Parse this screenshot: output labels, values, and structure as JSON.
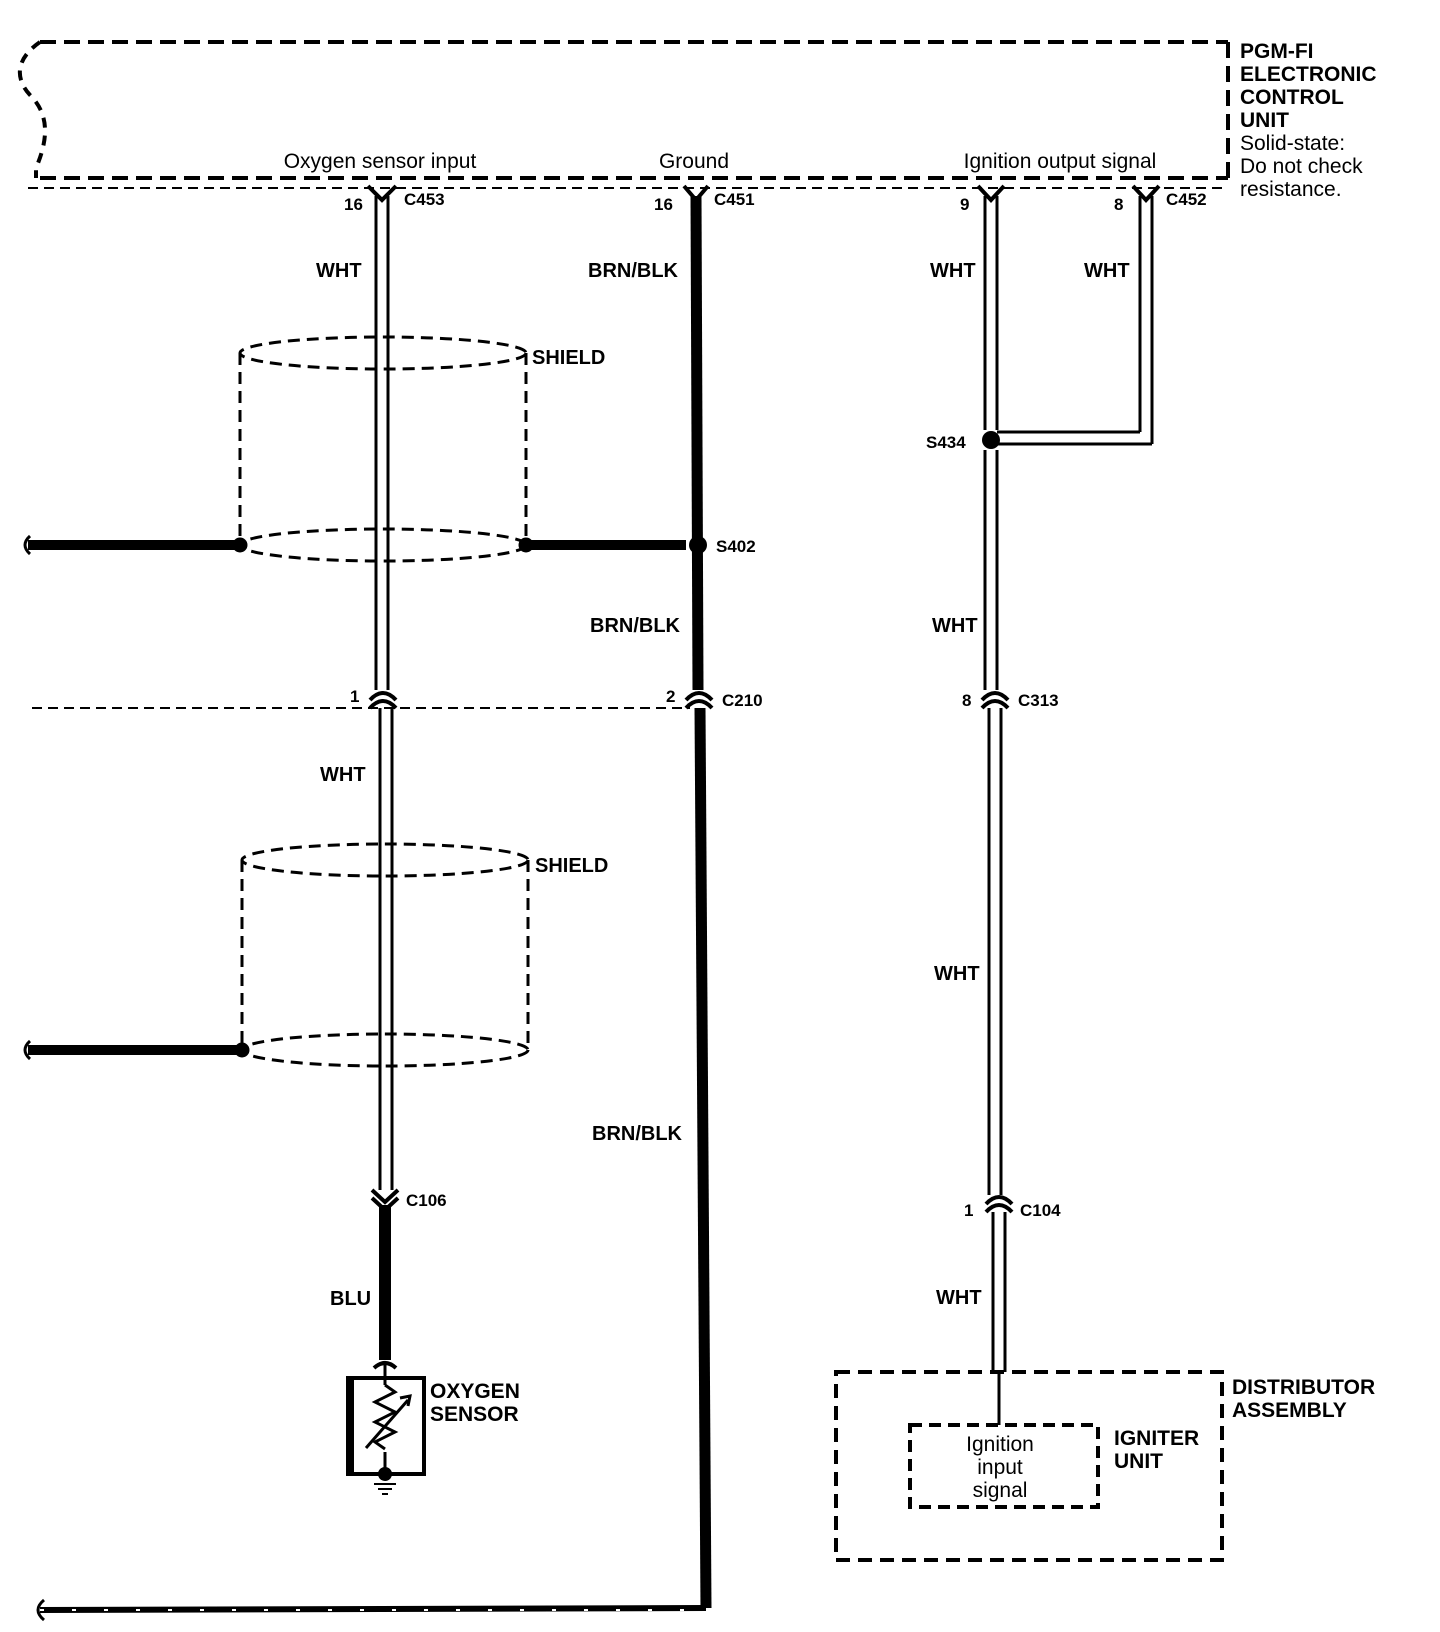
{
  "ecu": {
    "title_lines": [
      "PGM-FI",
      "ELECTRONIC",
      "CONTROL",
      "UNIT"
    ],
    "note_lines": [
      "Solid-state:",
      "Do not check",
      "resistance."
    ],
    "signals": {
      "oxygen_sensor_input": "Oxygen sensor input",
      "ground": "Ground",
      "ignition_output_signal": "Ignition output signal"
    }
  },
  "connectors": {
    "c453": "C453",
    "c451": "C451",
    "c452": "C452",
    "c210": "C210",
    "c313": "C313",
    "c106": "C106",
    "c104": "C104"
  },
  "pins": {
    "c453_pin": "16",
    "c451_pin": "16",
    "c452_pin_a": "9",
    "c452_pin_b": "8",
    "c210_pin_a": "1",
    "c210_pin_b": "2",
    "c313_pin": "8",
    "c104_pin": "1"
  },
  "splices": {
    "s434": "S434",
    "s402": "S402"
  },
  "wire_colors": {
    "wht": "WHT",
    "brn_blk": "BRN/BLK",
    "blu": "BLU"
  },
  "shield_label": "SHIELD",
  "oxygen_sensor_lines": [
    "OXYGEN",
    "SENSOR"
  ],
  "distributor_lines": [
    "DISTRIBUTOR",
    "ASSEMBLY"
  ],
  "igniter_lines": [
    "IGNITER",
    "UNIT"
  ],
  "igniter_signal_lines": [
    "Ignition",
    "input",
    "signal"
  ],
  "colors": {
    "ink": "#000000",
    "paper": "#ffffff"
  }
}
